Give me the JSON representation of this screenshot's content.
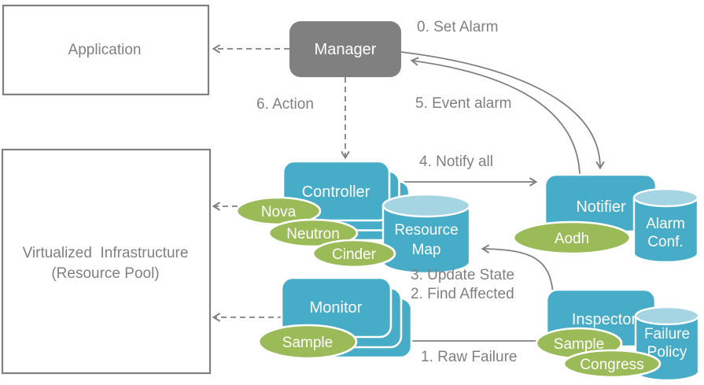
{
  "nodes": {
    "application": "Application",
    "vi_line1": "Virtualized  Infrastructure",
    "vi_line2": "(Resource Pool)",
    "manager": "Manager",
    "controller": "Controller",
    "monitor": "Monitor",
    "notifier": "Notifier",
    "inspector": "Inspector"
  },
  "stores": {
    "resource_map_l1": "Resource",
    "resource_map_l2": "Map",
    "alarm_conf_l1": "Alarm",
    "alarm_conf_l2": "Conf.",
    "failure_policy_l1": "Failure",
    "failure_policy_l2": "Policy"
  },
  "plugins": {
    "nova": "Nova",
    "neutron": "Neutron",
    "cinder": "Cinder",
    "aodh": "Aodh",
    "monitor_sample": "Sample",
    "inspector_sample": "Sample",
    "congress": "Congress"
  },
  "flow_labels": {
    "set_alarm": "0. Set Alarm",
    "raw_failure": "1. Raw Failure",
    "find_affected": "2. Find Affected",
    "update_state": "3. Update State",
    "notify_all": "4. Notify all",
    "event_alarm": "5. Event alarm",
    "action": "6. Action"
  },
  "colors": {
    "teal": "#46ACC7",
    "teal_light": "#A5D4E3",
    "green": "#9BBB59",
    "gray": "#808080",
    "white": "#FFFFFF"
  }
}
